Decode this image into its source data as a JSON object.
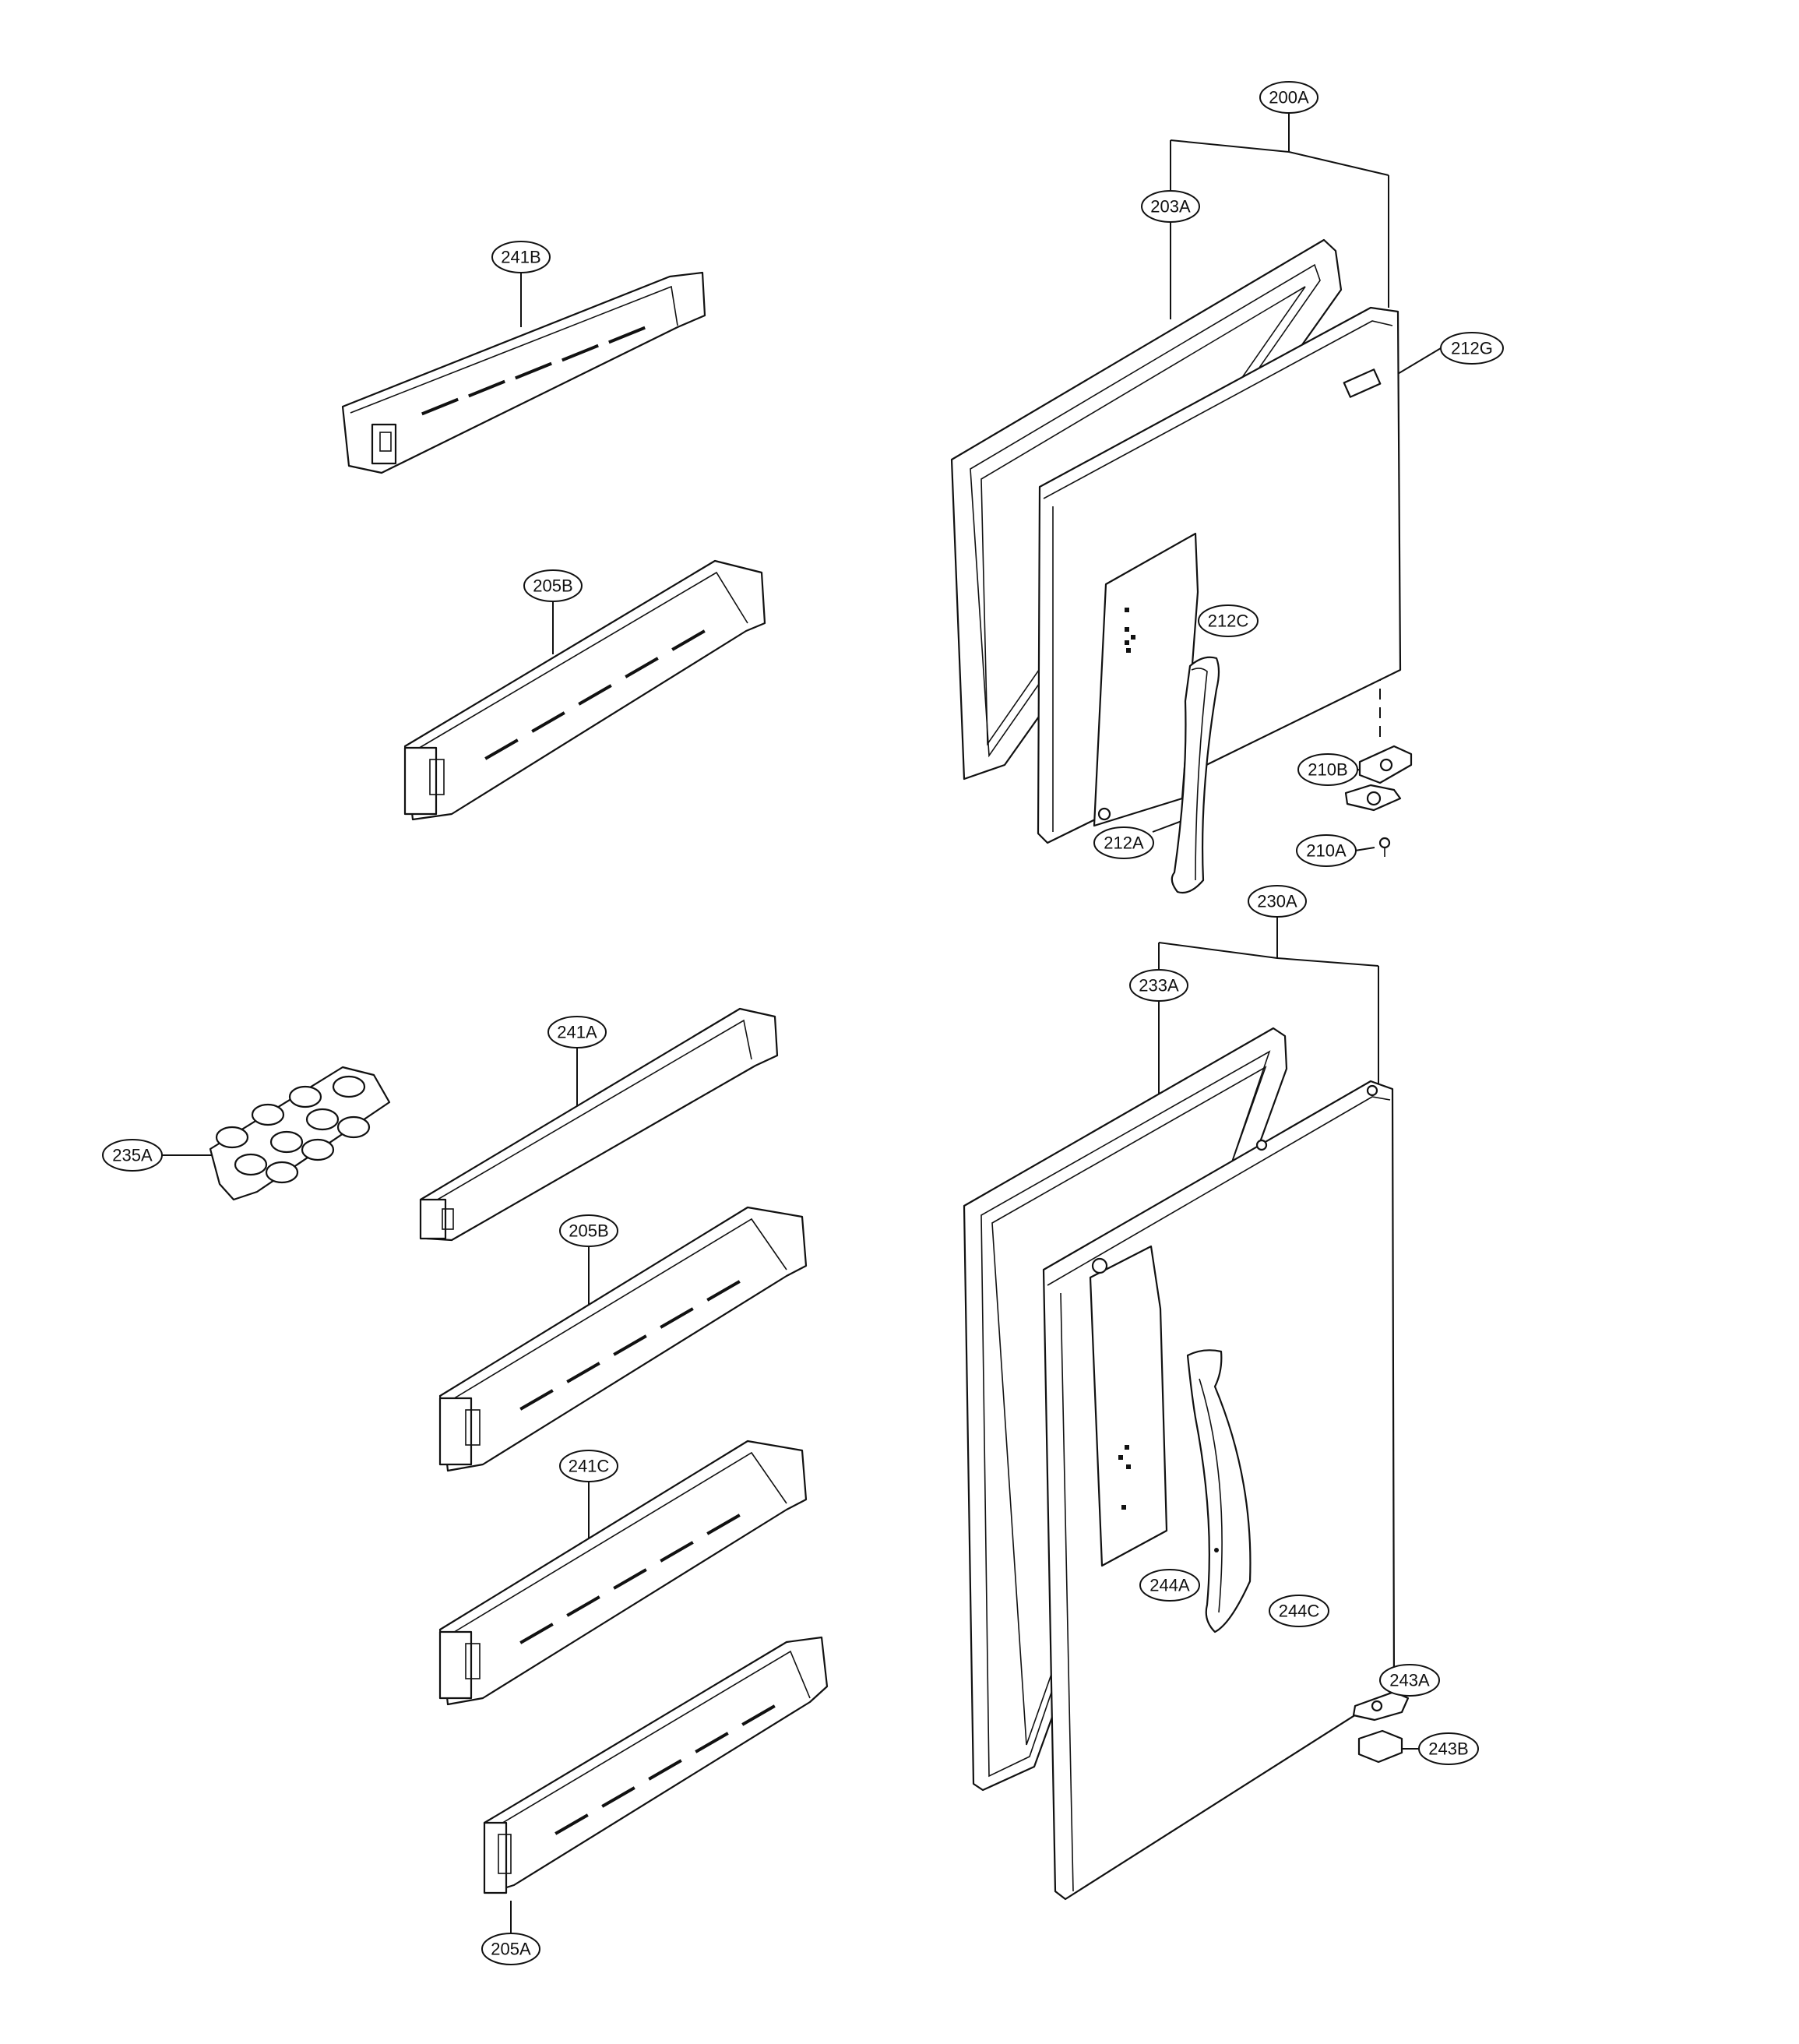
{
  "callouts": {
    "c200A": "200A",
    "c203A": "203A",
    "c212G": "212G",
    "c212C": "212C",
    "c210B": "210B",
    "c210A": "210A",
    "c212A": "212A",
    "c241B": "241B",
    "c205B_top": "205B",
    "c230A": "230A",
    "c233A": "233A",
    "c241A": "241A",
    "c235A": "235A",
    "c205B_mid": "205B",
    "c241C": "241C",
    "c244A": "244A",
    "c244C": "244C",
    "c243A": "243A",
    "c243B": "243B",
    "c205A": "205A"
  }
}
